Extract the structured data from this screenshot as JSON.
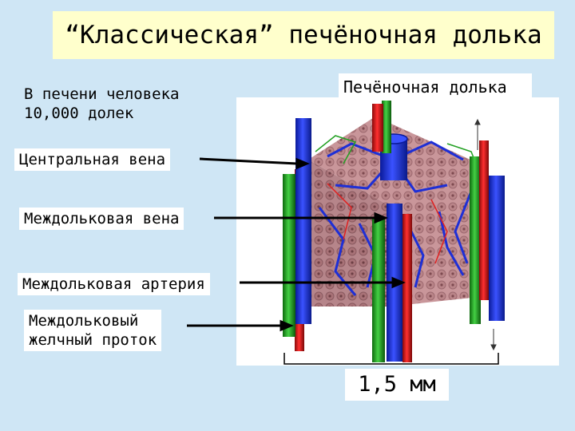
{
  "title": "“Классическая” печёночная долька",
  "note": "В печени человека\n10,000 долек",
  "lobule_label": "Печёночная долька",
  "labels": {
    "central_vein": "Центральная вена",
    "interlobular_vein": "Междольковая вена",
    "interlobular_artery": "Междольковая артерия",
    "bile_duct": "Междольковый\nжелчный проток"
  },
  "scale_label": "1,5 мм",
  "colors": {
    "background": "#cfe6f5",
    "title_bg": "#ffffcc",
    "vein": "#1e2fd6",
    "artery": "#d01818",
    "bile_duct": "#22a022",
    "tissue": "#c9969a"
  }
}
